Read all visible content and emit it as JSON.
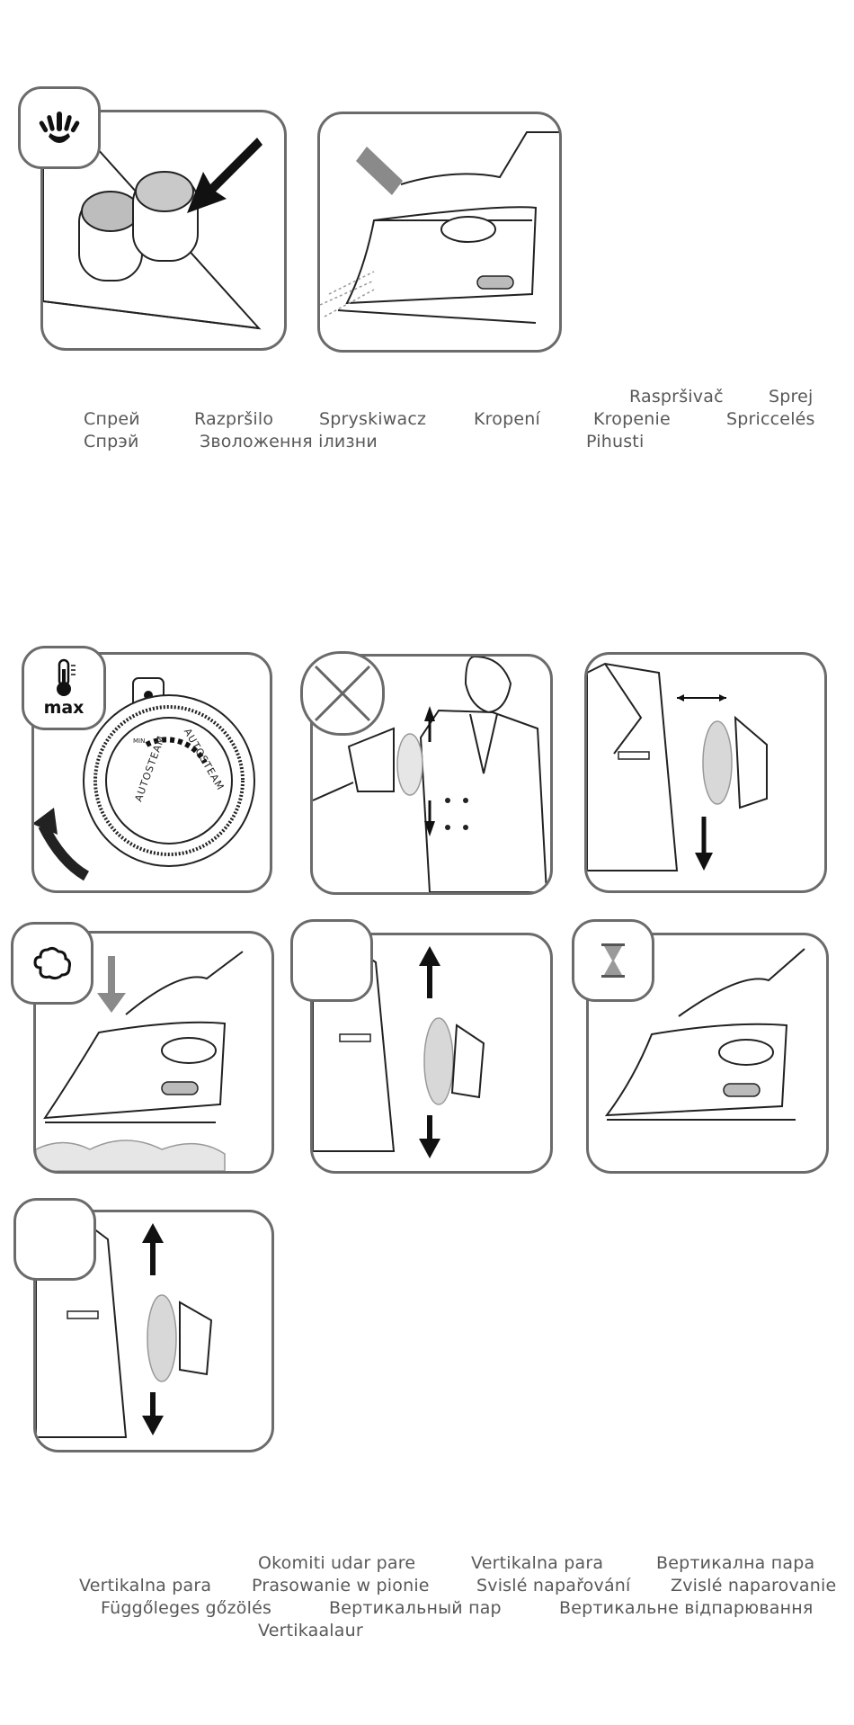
{
  "spray_captions": {
    "row1": [
      "Raspršivač",
      "Sprej"
    ],
    "row2": [
      "Спрей",
      "Razpršilo",
      "Spryskiwacz",
      "Kropení",
      "Kropenie",
      "Spriccelés"
    ],
    "row3": [
      "Спрэй",
      "Зволоження ілизни",
      "Pihusti"
    ]
  },
  "vertical_captions": {
    "row1": [
      "Okomiti udar pare",
      "Vertikalna para",
      "Вертикална пара"
    ],
    "row2": [
      "Vertikalna para",
      "Prasowanie w pionie",
      "Svislé napařování",
      "Zvislé naparovanie"
    ],
    "row3": [
      "Függőleges gőzölés",
      "Вертикальный пар",
      "Вертикальне відпарювання"
    ],
    "row4": [
      "Vertikaalaur"
    ]
  },
  "icons": {
    "max_label": "max",
    "dial_text_1": "AUTOSTEAM",
    "dial_text_2": "AUTOSTEAM",
    "dial_min": "MIN"
  },
  "colors": {
    "line": "#6b6b6b",
    "arrow_dark": "#1a1a1a",
    "arrow_grey": "#8a8a8a",
    "steam": "#e6e6e6"
  }
}
